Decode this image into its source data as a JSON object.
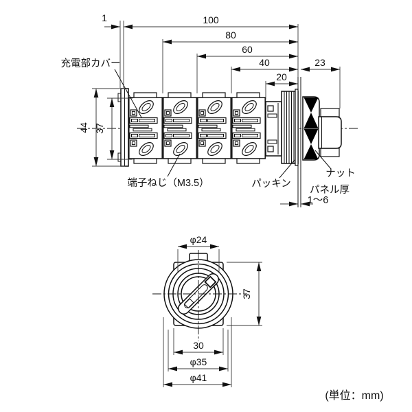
{
  "side_view": {
    "dimensions": {
      "back_cover_thickness": "1",
      "total_length": "100",
      "length_80": "80",
      "length_60": "60",
      "length_40": "40",
      "length_20": "20",
      "front_length": "23",
      "height_total": "44",
      "height_body": "37"
    },
    "callouts": {
      "live_part_cover": "充電部カバー",
      "terminal_screw": "端子ねじ（M3.5）",
      "packing": "パッキン",
      "nut": "ナット",
      "panel_thickness_label": "パネル厚",
      "panel_thickness_range": "1～6"
    }
  },
  "front_view": {
    "dimensions": {
      "knob_diameter": "φ24",
      "bezel_height": "37",
      "flat_width": "30",
      "ring_diameter": "φ35",
      "outer_diameter": "φ41"
    }
  },
  "footer": {
    "unit_note": "(単位：mm)"
  },
  "colors": {
    "line_color": "#111111",
    "background": "#ffffff",
    "nut_fill": "#000000"
  }
}
